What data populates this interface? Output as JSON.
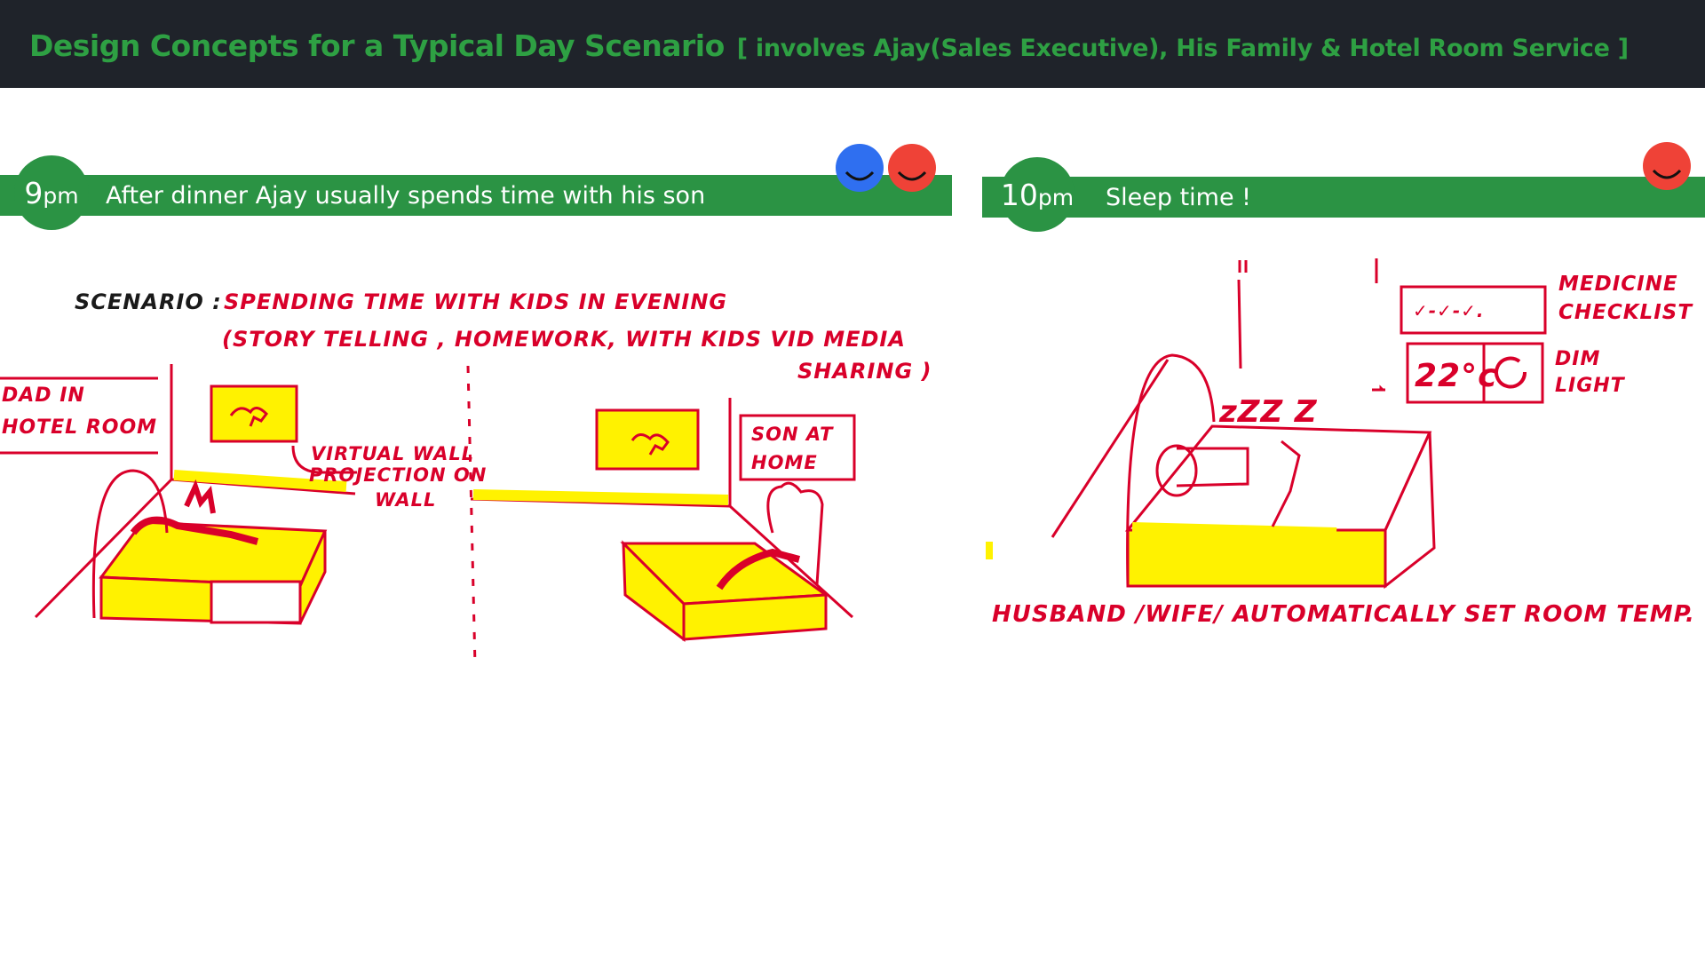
{
  "header": {
    "title": "Design Concepts for a Typical Day Scenario",
    "subtitle": "[ involves Ajay(Sales Executive), His Family & Hotel Room Service ]"
  },
  "panels": [
    {
      "time_number": "9",
      "time_unit": "pm",
      "caption": "After dinner Ajay  usually spends time with his son",
      "sketch": {
        "scenario_label": "SCENARIO :",
        "line1": "SPENDING TIME WITH KIDS IN EVENING",
        "line2": "(STORY TELLING , HOMEWORK, WITH KIDS VID MEDIA",
        "line3": "SHARING )",
        "dad_label_1": "DAD IN",
        "dad_label_2": "HOTEL ROOM",
        "wall_label_1": "VIRTUAL WALL",
        "wall_label_2": "PROJECTION ON",
        "wall_label_3": "WALL",
        "son_label_1": "SON AT",
        "son_label_2": "HOME"
      }
    },
    {
      "time_number": "10",
      "time_unit": "pm",
      "caption": "Sleep time !",
      "sketch": {
        "zzz": "zZZ Z",
        "medicine_1": "MEDICINE",
        "medicine_2": "CHECKLIST",
        "checklist_marks": "✓-✓-✓.",
        "temperature": "22°c",
        "dim_1": "DIM",
        "dim_2": "LIGHT",
        "bottom_caption": "HUSBAND /WIFE/ AUTOMATICALLY SET ROOM TEMP."
      }
    }
  ],
  "colors": {
    "header_bg": "#1f232a",
    "accent_green": "#2b9344",
    "title_green": "#2ea043",
    "ink_red": "#d9002a",
    "highlighter_yellow": "#fff200",
    "face_blue": "#2f6ff0",
    "face_red": "#ef4237"
  },
  "icons": [
    "smiley-blue-icon",
    "smiley-red-icon"
  ]
}
